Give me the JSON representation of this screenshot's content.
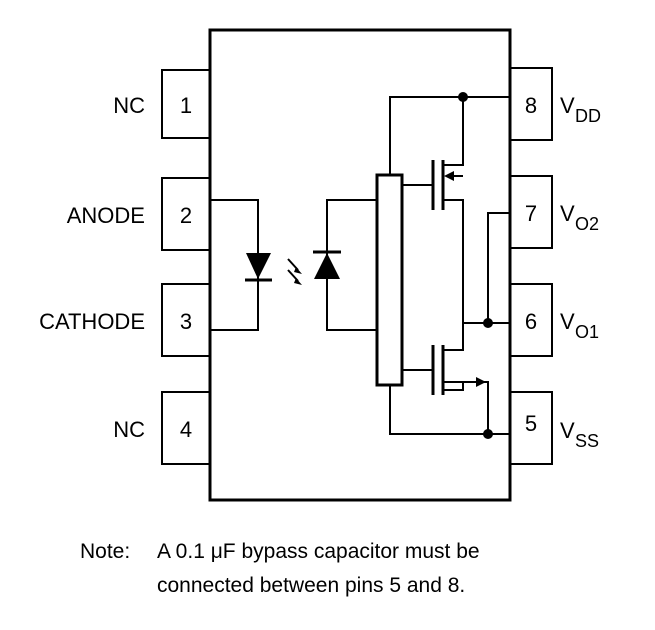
{
  "pins": {
    "p1": {
      "number": "1",
      "label": "NC"
    },
    "p2": {
      "number": "2",
      "label": "ANODE"
    },
    "p3": {
      "number": "3",
      "label": "CATHODE"
    },
    "p4": {
      "number": "4",
      "label": "NC"
    },
    "p5": {
      "number": "5",
      "label": "V",
      "sub": "SS"
    },
    "p6": {
      "number": "6",
      "label": "V",
      "sub": "O1"
    },
    "p7": {
      "number": "7",
      "label": "V",
      "sub": "O2"
    },
    "p8": {
      "number": "8",
      "label": "V",
      "sub": "DD"
    }
  },
  "note": {
    "prefix": "Note:",
    "line1": "A 0.1 μF bypass capacitor must be",
    "line2": "connected between pins 5 and 8."
  }
}
